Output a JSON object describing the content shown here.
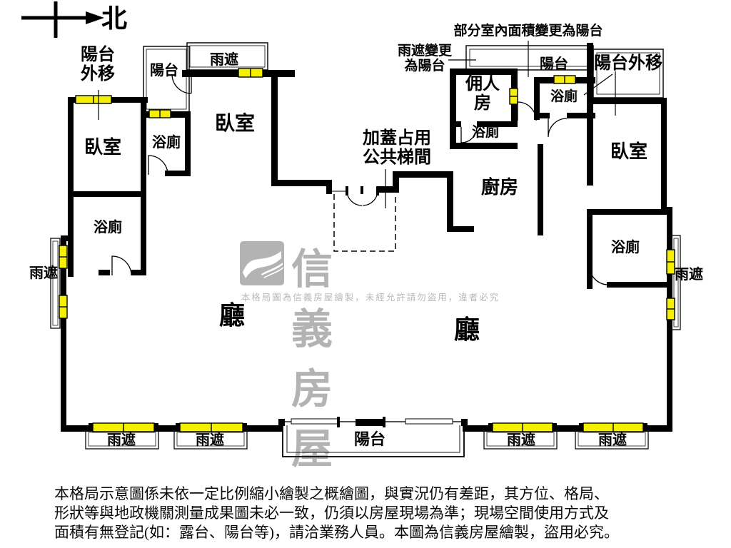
{
  "compass": {
    "north_label": "北"
  },
  "annotations": {
    "interior_area_changed_to_balcony": "部分室內面積變更為陽台",
    "rain_shade_changed_to_balcony": "雨遮變更\n為陽台",
    "balcony_moved_out_left": "陽台\n外移",
    "balcony_moved_out_right": "陽台外移",
    "added_occupied_public_stairwell": "加蓋占用\n公共梯間"
  },
  "rooms": {
    "bedroom": "臥室",
    "bathroom": "浴廁",
    "balcony": "陽台",
    "rain_shade": "雨遮",
    "living_hall": "廳",
    "kitchen": "廚房",
    "servant_room": "佣人\n房"
  },
  "watermark": {
    "brand": "信義房屋",
    "tagline": "本格局圖為信義房屋繪製，未經允許請勿盜用，違者必究"
  },
  "disclaimer": {
    "line1": "本格局示意圖係未依一定比例縮小繪製之概繪圖，與實況仍有差距，其方位、格局、",
    "line2": "形狀等與地政機關測量成果圖未必一致，仍須以房屋現場為準；現場空間使用方式及",
    "line3": "面積有無登記(如：露台、陽台等)，請洽業務人員。本圖為信義房屋繪製，盜用必究。"
  },
  "colors": {
    "wall": "#000000",
    "window_fill": "#f5ef00",
    "watermark_gray": "#b3b3b3",
    "text": "#000000"
  }
}
